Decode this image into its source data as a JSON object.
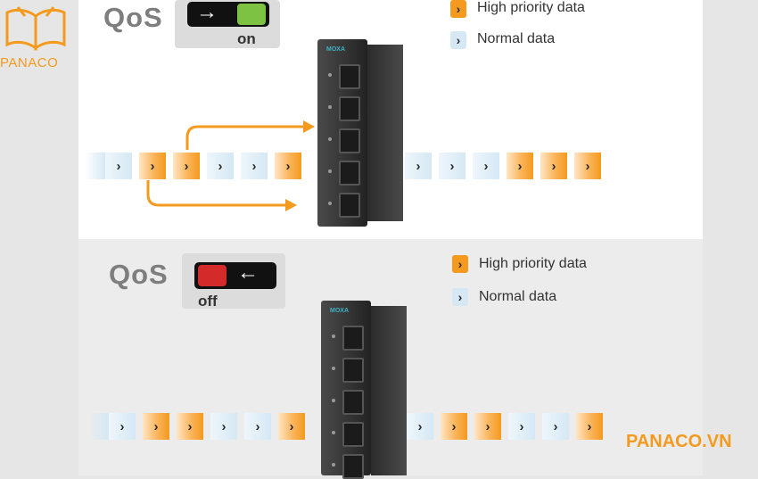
{
  "brand": {
    "logo_text": "PANACO",
    "watermark": "PANACO.VN",
    "accent_color": "#f39a1f"
  },
  "top_panel": {
    "qos_label": "QoS",
    "state": "on",
    "toggle_arrow": "→",
    "toggle_color": "#7dc242",
    "legend": [
      {
        "type": "high",
        "label": "High priority data"
      },
      {
        "type": "normal",
        "label": "Normal data"
      }
    ],
    "device_label": "MOXA",
    "input_stream": [
      "normal",
      "high",
      "high",
      "normal",
      "normal",
      "high"
    ],
    "output_stream": [
      "normal",
      "normal",
      "normal",
      "high",
      "high",
      "high"
    ]
  },
  "bottom_panel": {
    "qos_label": "QoS",
    "state": "off",
    "toggle_arrow": "←",
    "toggle_color": "#d42a2a",
    "legend": [
      {
        "type": "high",
        "label": "High priority data"
      },
      {
        "type": "normal",
        "label": "Normal data"
      }
    ],
    "device_label": "MOXA",
    "input_stream": [
      "normal",
      "high",
      "high",
      "normal",
      "normal",
      "high"
    ],
    "output_stream": [
      "normal",
      "high",
      "high",
      "normal",
      "normal",
      "high"
    ]
  },
  "glyph": "›",
  "colors": {
    "high": "#f39a1f",
    "normal": "#d5e8f4",
    "on": "#7dc242",
    "off": "#d42a2a"
  }
}
